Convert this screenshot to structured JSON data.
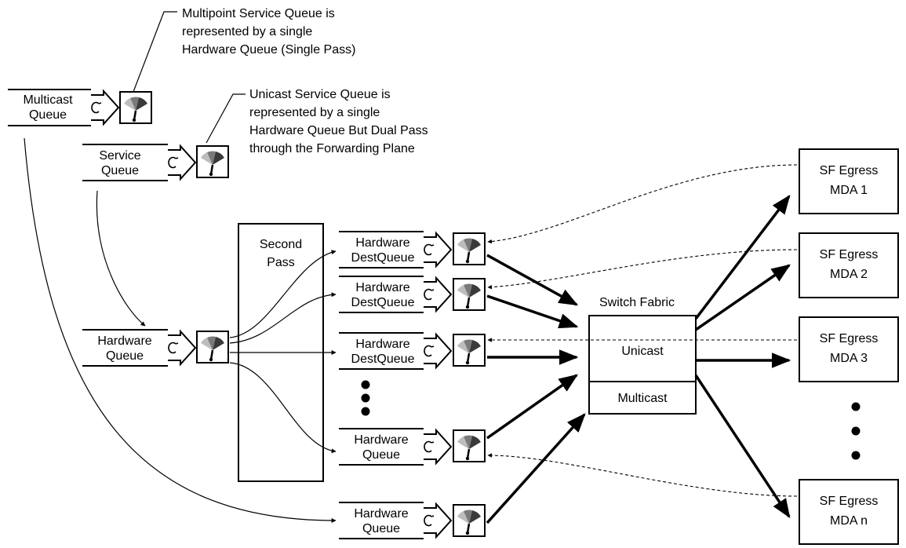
{
  "notes": {
    "multipoint": [
      "Multipoint Service Queue is",
      "represented by a single",
      "Hardware Queue (Single Pass)"
    ],
    "unicast": [
      "Unicast Service Queue is",
      "represented by a single",
      "Hardware Queue But Dual Pass",
      "through the Forwarding Plane"
    ]
  },
  "queues": {
    "multicast": [
      "Multicast",
      "Queue"
    ],
    "service": [
      "Service",
      "Queue"
    ],
    "hardware": [
      "Hardware",
      "Queue"
    ],
    "dest": [
      "Hardware",
      "DestQueue"
    ]
  },
  "second_pass": [
    "Second",
    "Pass"
  ],
  "switch_fabric": {
    "title": "Switch Fabric",
    "unicast": "Unicast",
    "multicast": "Multicast"
  },
  "egress": {
    "label": "SF Egress",
    "mdas": [
      "MDA 1",
      "MDA 2",
      "MDA 3",
      "MDA n"
    ]
  },
  "colors": {
    "line": "#000000",
    "meter_dark": "#3a3a3a",
    "meter_mid": "#7a7a7a",
    "meter_light": "#bdbdbd"
  }
}
